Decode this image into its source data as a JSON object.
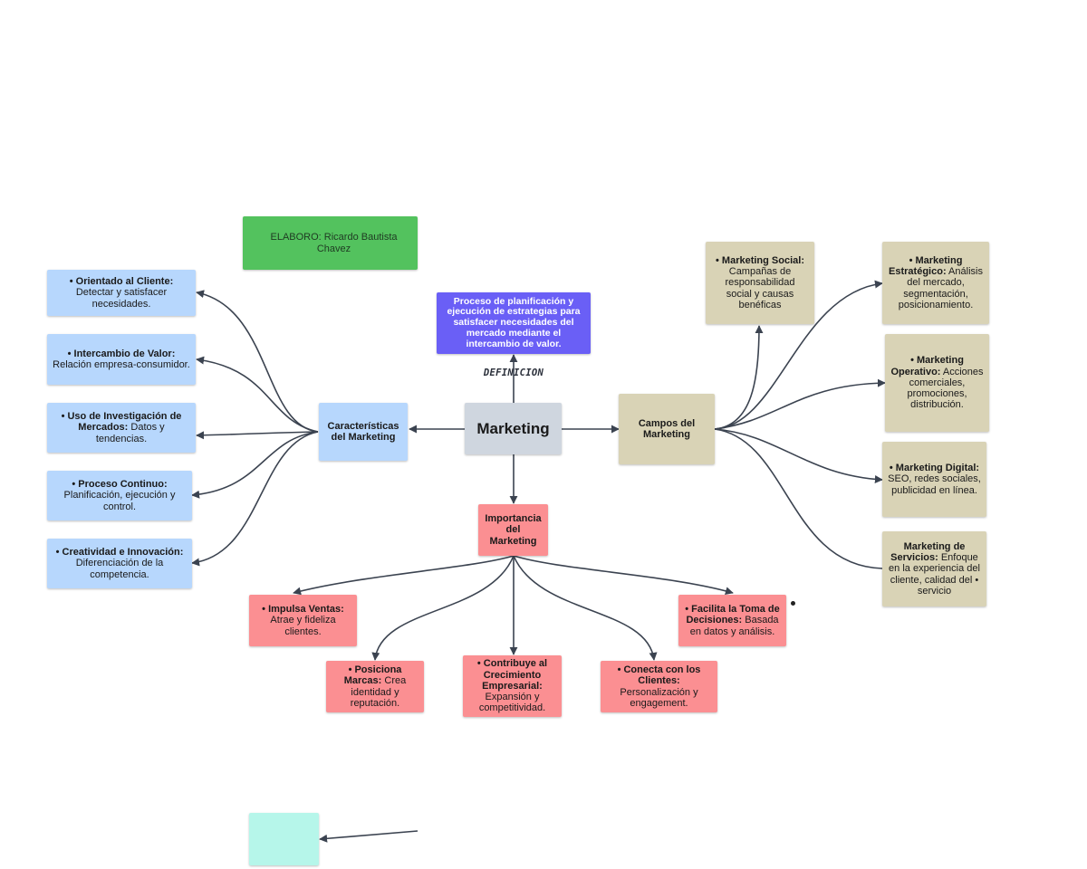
{
  "credit": "ELABORO: Ricardo Bautista Chavez",
  "center": "Marketing",
  "definition": {
    "label": "DEFINICION",
    "text": "Proceso de planificación y ejecución de estrategias para satisfacer necesidades del mercado mediante el intercambio de valor."
  },
  "caracteristicas": {
    "title": "Características del Marketing",
    "items": [
      {
        "bold": "• Orientado al Cliente:",
        "text": " Detectar y satisfacer necesidades."
      },
      {
        "bold": "• Intercambio de Valor:",
        "text": " Relación empresa-consumidor."
      },
      {
        "bold": "• Uso de Investigación de Mercados:",
        "text": " Datos y tendencias."
      },
      {
        "bold": "• Proceso Continuo:",
        "text": " Planificación, ejecución y control."
      },
      {
        "bold": "• Creatividad e Innovación:",
        "text": " Diferenciación de la competencia."
      }
    ]
  },
  "campos": {
    "title": "Campos del Marketing",
    "social": {
      "bold": "• Marketing Social:",
      "text": " Campañas de responsabilidad social y causas benéficas"
    },
    "items": [
      {
        "bold": "• Marketing Estratégico:",
        "text": " Análisis del mercado, segmentación, posicionamiento."
      },
      {
        "bold": "• Marketing Operativo:",
        "text": " Acciones comerciales, promociones, distribución."
      },
      {
        "bold": "• Marketing Digital:",
        "text": " SEO, redes sociales, publicidad en línea."
      },
      {
        "bold": "Marketing de Servicios:",
        "text": " Enfoque en la experiencia del cliente, calidad del  •   servicio"
      }
    ]
  },
  "importancia": {
    "title": "Importancia del Marketing",
    "items": [
      {
        "bold": "• Impulsa Ventas:",
        "text": " Atrae y fideliza clientes."
      },
      {
        "bold": "• Posiciona Marcas:",
        "text": " Crea identidad y reputación."
      },
      {
        "bold": "• Contribuye al Crecimiento Empresarial:",
        "text": " Expansión y competitividad."
      },
      {
        "bold": "• Conecta con los Clientes:",
        "text": " Personalización y engagement."
      },
      {
        "bold": "• Facilita la Toma de Decisiones:",
        "text": " Basada en datos y análisis."
      }
    ]
  },
  "colors": {
    "blue": "#b7d7fd",
    "beige": "#d9d3b6",
    "red": "#fb8f92",
    "gray": "#cfd6df",
    "purple": "#6a5ff6",
    "green": "#53c25e",
    "mint": "#b6f6ea",
    "edge": "#3b4350"
  }
}
